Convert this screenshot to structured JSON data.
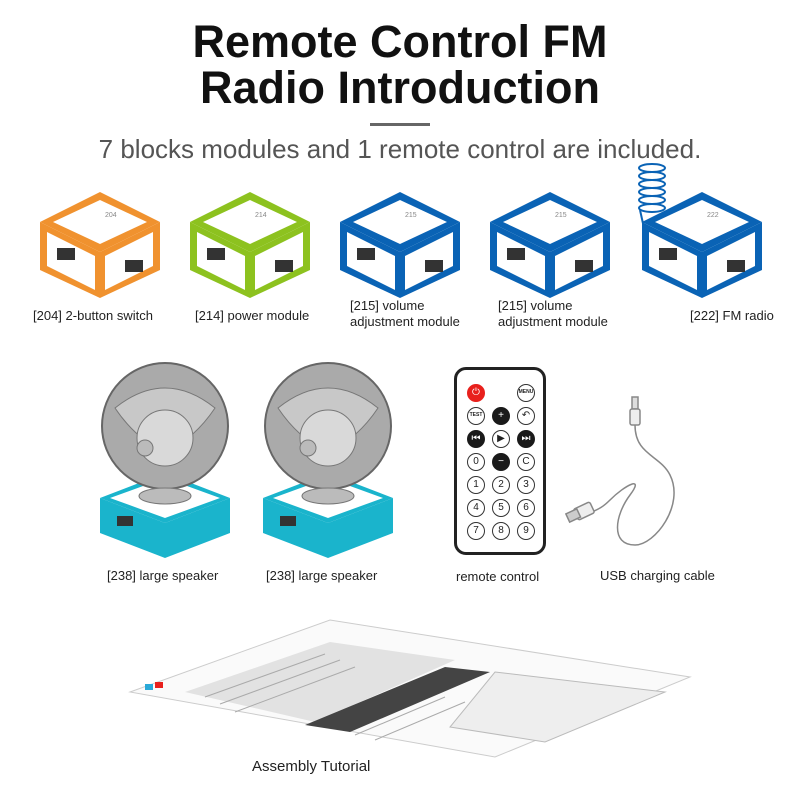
{
  "title_line1": "Remote Control FM",
  "title_line2": "Radio Introduction",
  "subtitle": "7 blocks modules and 1 remote control are included.",
  "modules": [
    {
      "number": "204",
      "label_line1": "[204] 2-button switch",
      "label_line2": "",
      "color": "#f0922f"
    },
    {
      "number": "214",
      "label_line1": "[214] power module",
      "label_line2": "",
      "color": "#8dc21f"
    },
    {
      "number": "215",
      "label_line1": "[215] volume",
      "label_line2": "adjustment module",
      "color": "#0a63b5"
    },
    {
      "number": "215",
      "label_line1": "[215] volume",
      "label_line2": "adjustment module",
      "color": "#0a63b5"
    },
    {
      "number": "222",
      "label_line1": "[222] FM radio",
      "label_line2": "",
      "color": "#0a63b5"
    }
  ],
  "speakers": [
    {
      "label": "[238] large speaker",
      "color": "#1ab4cc"
    },
    {
      "label": "[238] large speaker",
      "color": "#1ab4cc"
    }
  ],
  "remote": {
    "label": "remote control",
    "buttons": [
      "⏻",
      "MENU",
      "TEST",
      "+",
      "↶",
      "⏮",
      "▶",
      "⏭",
      "0",
      "−",
      "C",
      "1",
      "2",
      "3",
      "4",
      "5",
      "6",
      "7",
      "8",
      "9"
    ]
  },
  "usb_label": "USB charging cable",
  "manual_label": "Assembly Tutorial"
}
